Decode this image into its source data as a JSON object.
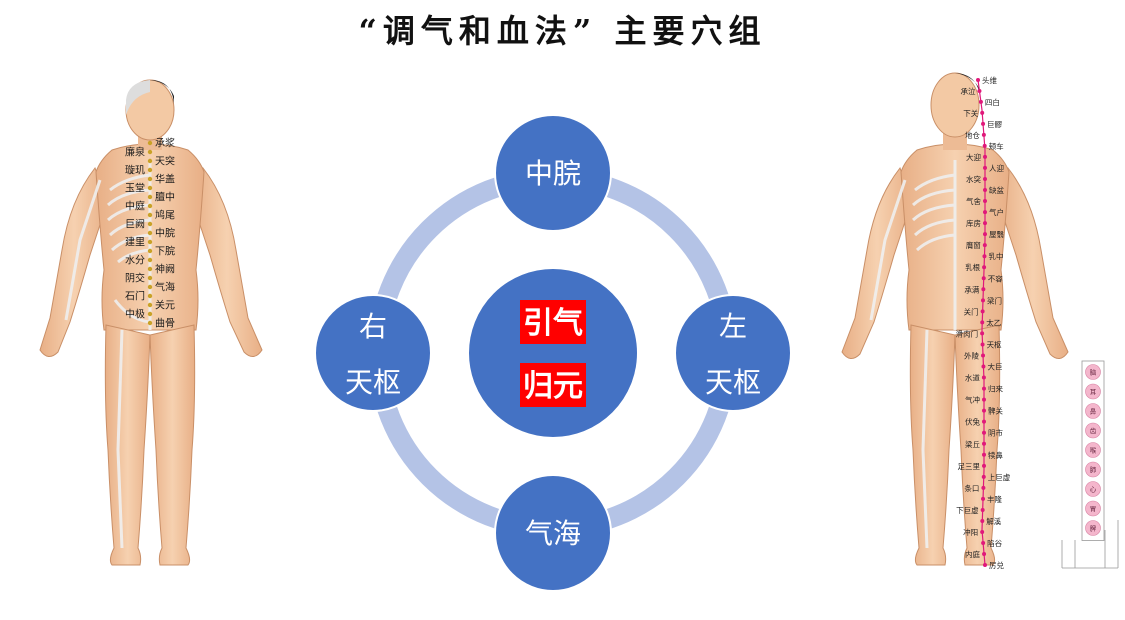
{
  "title": "“调气和血法” 主要穴组",
  "colors": {
    "node": "#4472C4",
    "ring": "#B4C3E6",
    "highlight": "#FF0000",
    "skin": "#F3C9A4",
    "skin_shade": "#E3A67E",
    "meridian": "#E0187A"
  },
  "center": {
    "line1": "引气",
    "line2": "归元"
  },
  "nodes": {
    "top": {
      "line1": "中脘"
    },
    "bottom": {
      "line1": "气海"
    },
    "left": {
      "line1": "右",
      "line2": "天枢"
    },
    "right": {
      "line1": "左",
      "line2": "天枢"
    }
  },
  "left_figure": {
    "icon": "human-body-front-ren-meridian",
    "points": [
      "承浆",
      "廉泉",
      "天突",
      "璇玑",
      "华盖",
      "玉堂",
      "膻中",
      "中庭",
      "鸠尾",
      "巨阙",
      "中脘",
      "建里",
      "下脘",
      "水分",
      "神阙",
      "阴交",
      "气海",
      "石门",
      "关元",
      "中极",
      "曲骨"
    ]
  },
  "right_figure": {
    "icon": "human-body-front-stomach-meridian",
    "points": [
      "头维",
      "承泣",
      "四白",
      "下关",
      "巨髎",
      "地仓",
      "颊车",
      "大迎",
      "人迎",
      "水突",
      "缺盆",
      "气舍",
      "气户",
      "库房",
      "屋翳",
      "膺窗",
      "乳中",
      "乳根",
      "不容",
      "承满",
      "梁门",
      "关门",
      "太乙",
      "滑肉门",
      "天枢",
      "外陵",
      "大巨",
      "水道",
      "归来",
      "气冲",
      "髀关",
      "伏兔",
      "阴市",
      "梁丘",
      "犊鼻",
      "足三里",
      "上巨虚",
      "条口",
      "丰隆",
      "下巨虚",
      "解溪",
      "冲阳",
      "陷谷",
      "内庭",
      "厉兑"
    ]
  },
  "legend": {
    "icon": "meridian-legend-table",
    "cells": [
      "脑",
      "耳",
      "鼻",
      "齿",
      "喉",
      "肺",
      "心",
      "胃",
      "脾"
    ]
  }
}
